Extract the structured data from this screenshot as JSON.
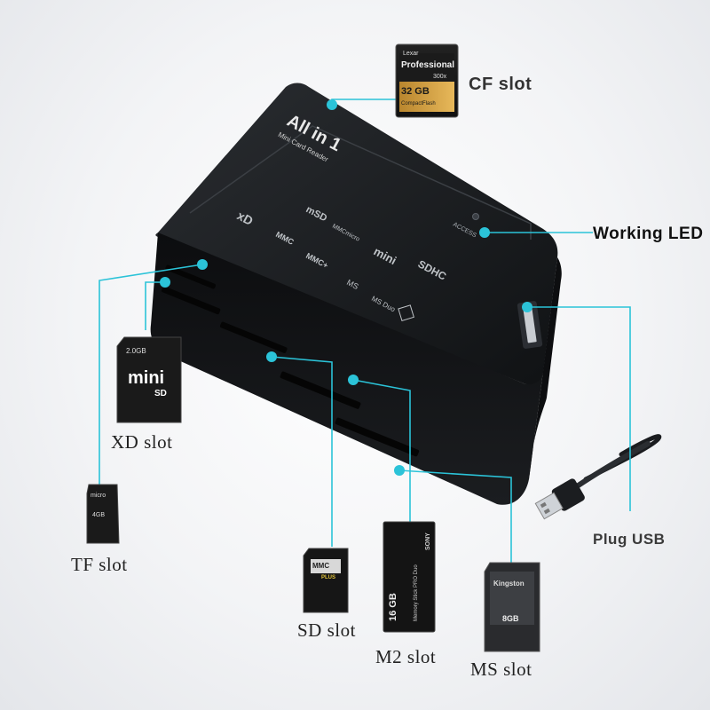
{
  "labels": {
    "cf_slot": "CF slot",
    "working_led": "Working LED",
    "xd_slot": "XD slot",
    "tf_slot": "TF slot",
    "sd_slot": "SD slot",
    "m2_slot": "M2 slot",
    "ms_slot": "MS slot",
    "plug_usb": "Plug USB"
  },
  "device": {
    "title": "All in 1",
    "subtitle": "Mini Card Reader",
    "access_label": "ACCESS"
  },
  "cards": {
    "cf": {
      "brand": "Lexar",
      "line": "Professional",
      "speed": "300x",
      "capacity": "32 GB",
      "type": "CompactFlash"
    },
    "xd": {
      "capacity": "2.0GB",
      "logo": "mini",
      "sublogo": "SD"
    },
    "tf": {
      "logo": "micro",
      "capacity": "4GB"
    },
    "sd": {
      "logo": "MMC",
      "sublogo": "PLUS"
    },
    "m2": {
      "capacity": "16 GB",
      "brand": "SONY",
      "type": "Memory Stick PRO Duo"
    },
    "ms": {
      "brand": "Kingston",
      "capacity": "8GB"
    }
  },
  "colors": {
    "callout": "#2bc3d8",
    "device": "#16181b",
    "label": "#333333"
  }
}
